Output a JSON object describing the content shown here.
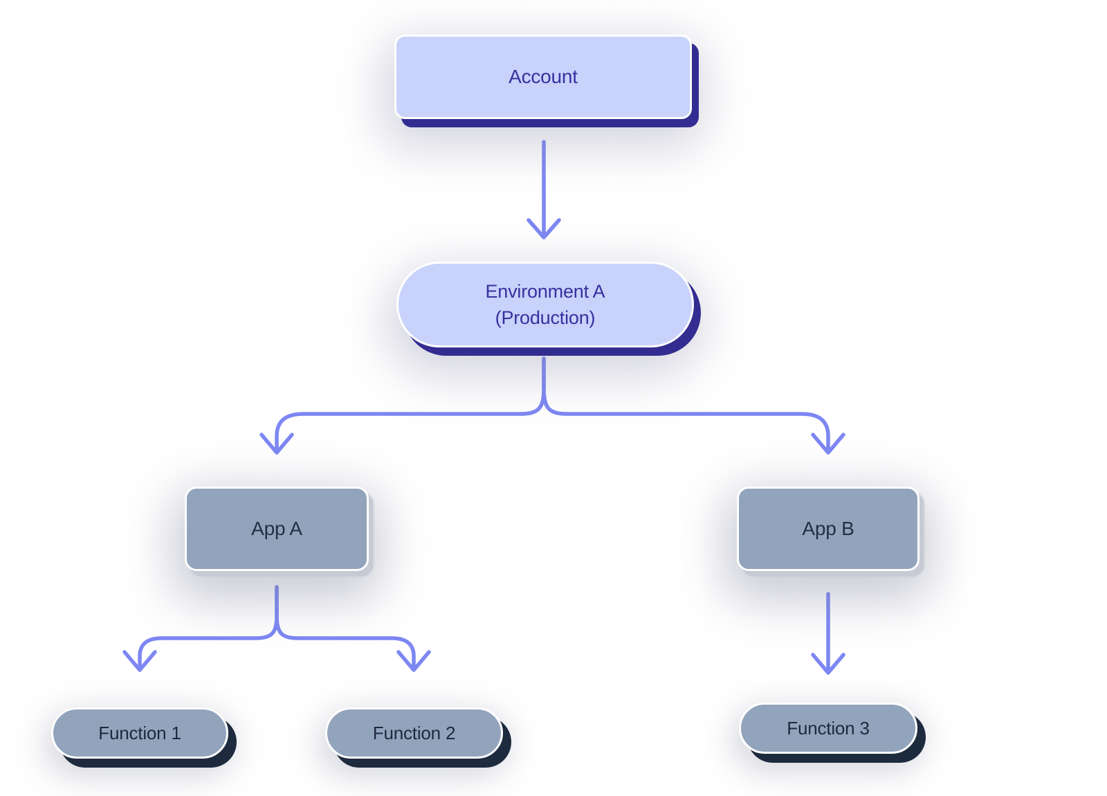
{
  "diagram": {
    "nodes": [
      {
        "id": "account",
        "label": "Account",
        "shape": "rounded-rect",
        "theme": "indigo"
      },
      {
        "id": "environment-a",
        "label": "Environment A",
        "sublabel": "(Production)",
        "shape": "pill",
        "theme": "indigo"
      },
      {
        "id": "app-a",
        "label": "App A",
        "shape": "rounded-rect",
        "theme": "slate"
      },
      {
        "id": "app-b",
        "label": "App B",
        "shape": "rounded-rect",
        "theme": "slate"
      },
      {
        "id": "function-1",
        "label": "Function 1",
        "shape": "pill",
        "theme": "slate"
      },
      {
        "id": "function-2",
        "label": "Function 2",
        "shape": "pill",
        "theme": "slate"
      },
      {
        "id": "function-3",
        "label": "Function 3",
        "shape": "pill",
        "theme": "slate"
      }
    ],
    "edges": [
      {
        "from": "account",
        "to": "environment-a"
      },
      {
        "from": "environment-a",
        "to": "app-a"
      },
      {
        "from": "environment-a",
        "to": "app-b"
      },
      {
        "from": "app-a",
        "to": "function-1"
      },
      {
        "from": "app-a",
        "to": "function-2"
      },
      {
        "from": "app-b",
        "to": "function-3"
      }
    ],
    "colors": {
      "background": "#ffffff",
      "indigo_node_fill": "#c8d2fb",
      "indigo_node_text": "#37309e",
      "indigo_node_shadow": "#332d91",
      "slate_node_fill": "#92a4bc",
      "slate_node_text": "#232f45",
      "slate_pill_shadow": "#1e2a3e",
      "slate_rect_shadow": "#c6cad3",
      "arrow": "#7d87f3"
    }
  }
}
